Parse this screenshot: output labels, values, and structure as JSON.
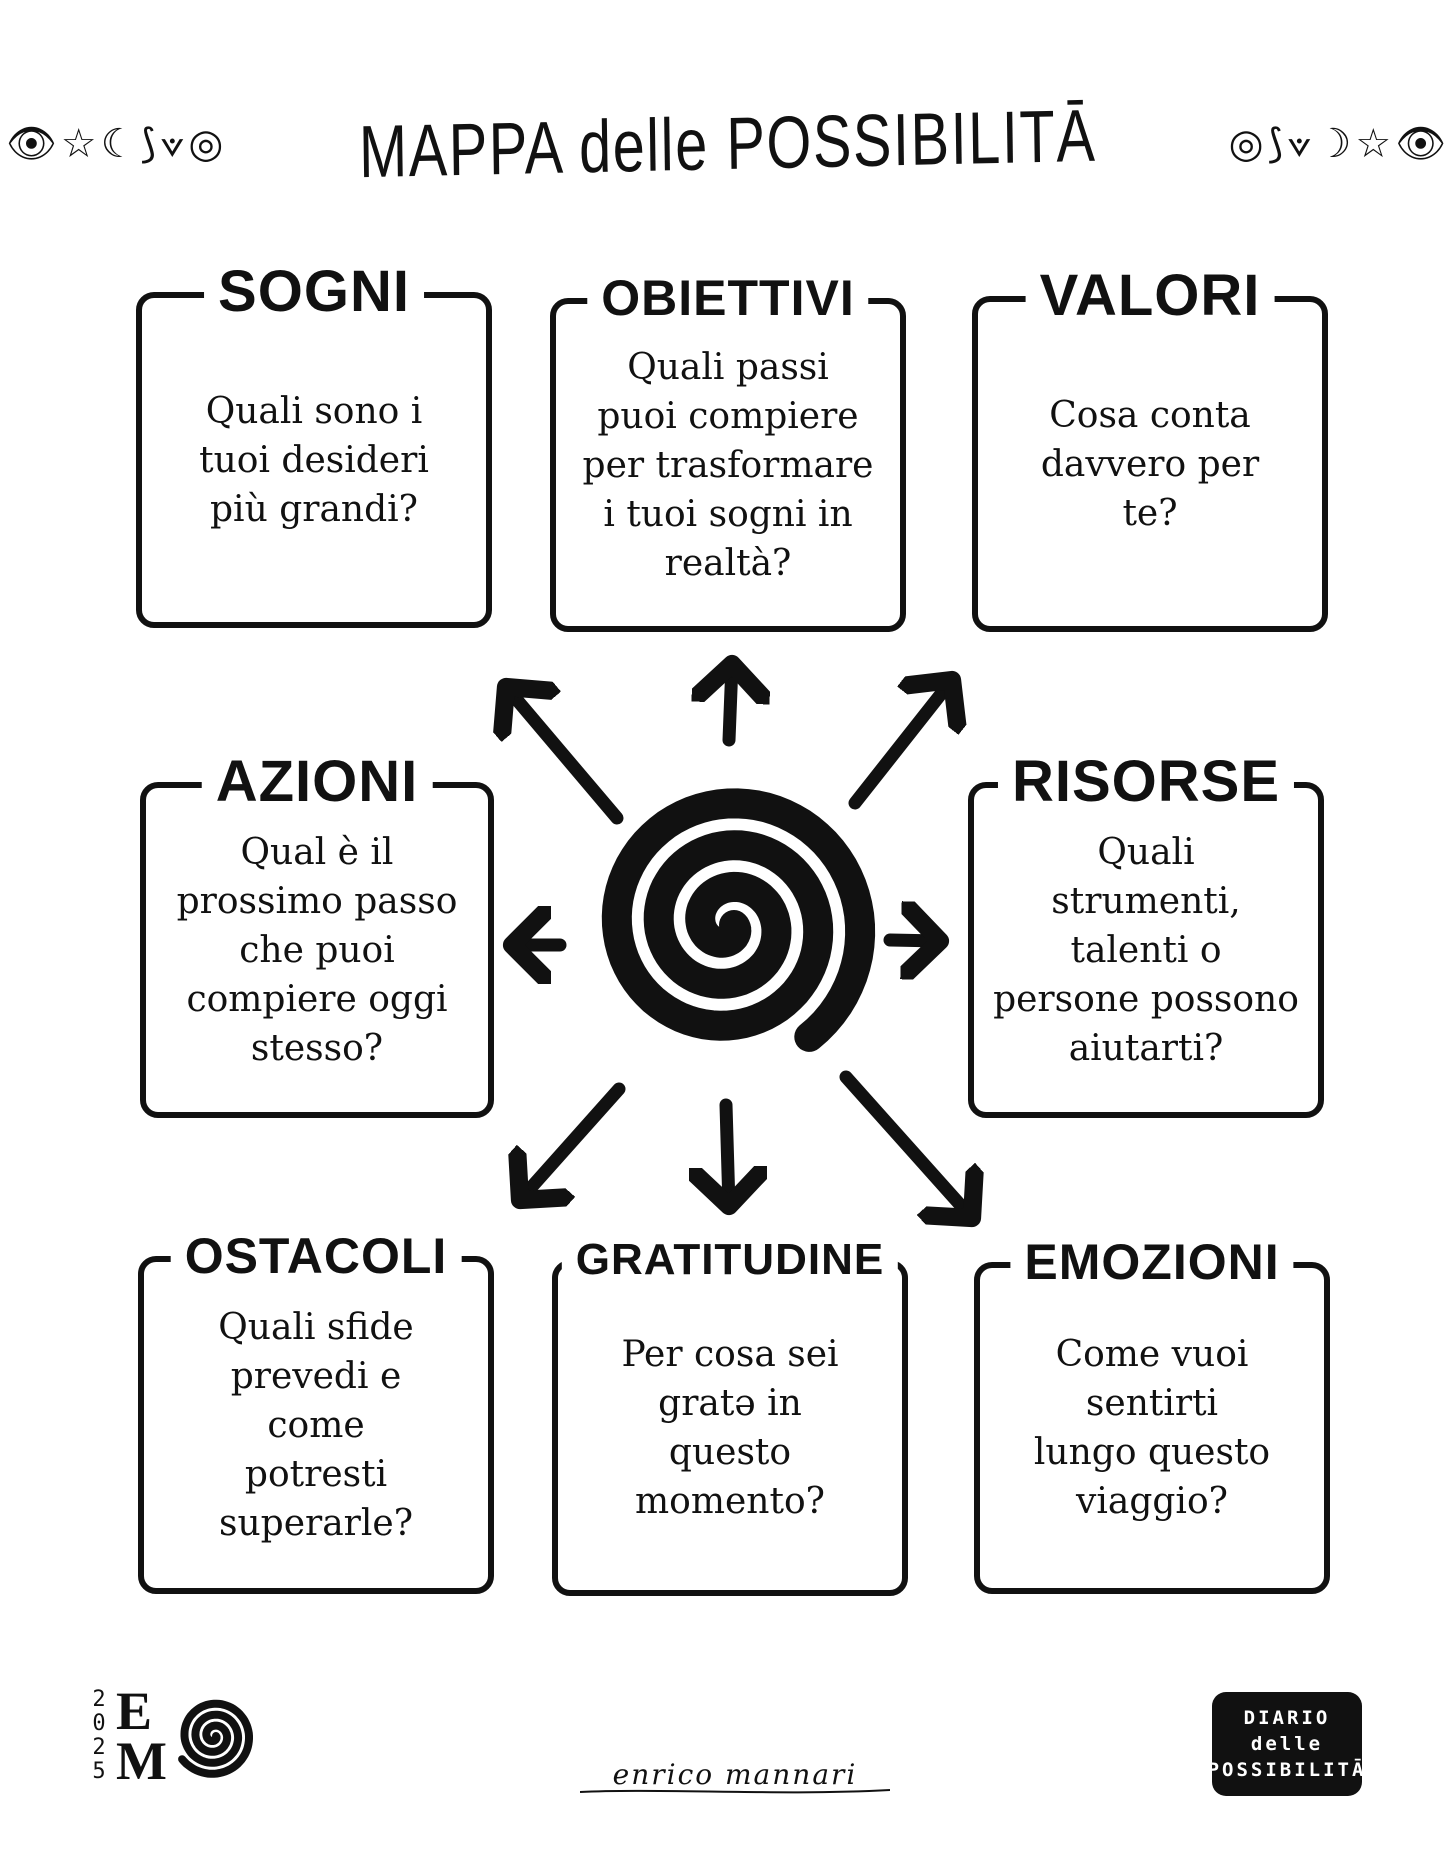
{
  "header": {
    "title": "MAPPA delle POSSIBILITĀ",
    "deco_left": "👁☆☾⟆⟇◎",
    "deco_right": "◎⟆⟇☽☆👁"
  },
  "cards": [
    {
      "id": "sogni",
      "title": "SOGNI",
      "text": "Quali sono i\ntuoi desideri\npiù grandi?"
    },
    {
      "id": "obiettivi",
      "title": "OBIETTIVI",
      "text": "Quali passi\npuoi compiere\nper trasformare\ni tuoi sogni in\nrealtà?"
    },
    {
      "id": "valori",
      "title": "VALORI",
      "text": "Cosa conta\ndavvero per\nte?"
    },
    {
      "id": "azioni",
      "title": "AZIONI",
      "text": "Qual è il\nprossimo passo\nche puoi\ncompiere oggi\nstesso?"
    },
    {
      "id": "risorse",
      "title": "RISORSE",
      "text": "Quali\nstrumenti,\ntalenti o\npersone possono\naiutarti?"
    },
    {
      "id": "ostacoli",
      "title": "OSTACOLI",
      "text": "Quali sfide\nprevedi e\ncome\npotresti\nsuperarle?"
    },
    {
      "id": "gratitudine",
      "title": "GRATITUDINE",
      "text": "Per cosa sei\ngratə in\nquesto\nmomento?"
    },
    {
      "id": "emozioni",
      "title": "EMOZIONI",
      "text": "Come vuoi\nsentirti\nlungo questo\nviaggio?"
    }
  ],
  "footer": {
    "year_digits": [
      "2",
      "0",
      "2",
      "5"
    ],
    "logo_letters": [
      "E",
      "M"
    ],
    "signature": "enrico mannari",
    "diary_badge": [
      "DIARIO",
      "delle",
      "POSSIBILITĀ"
    ]
  },
  "colors": {
    "ink": "#111111",
    "paper": "#ffffff"
  }
}
